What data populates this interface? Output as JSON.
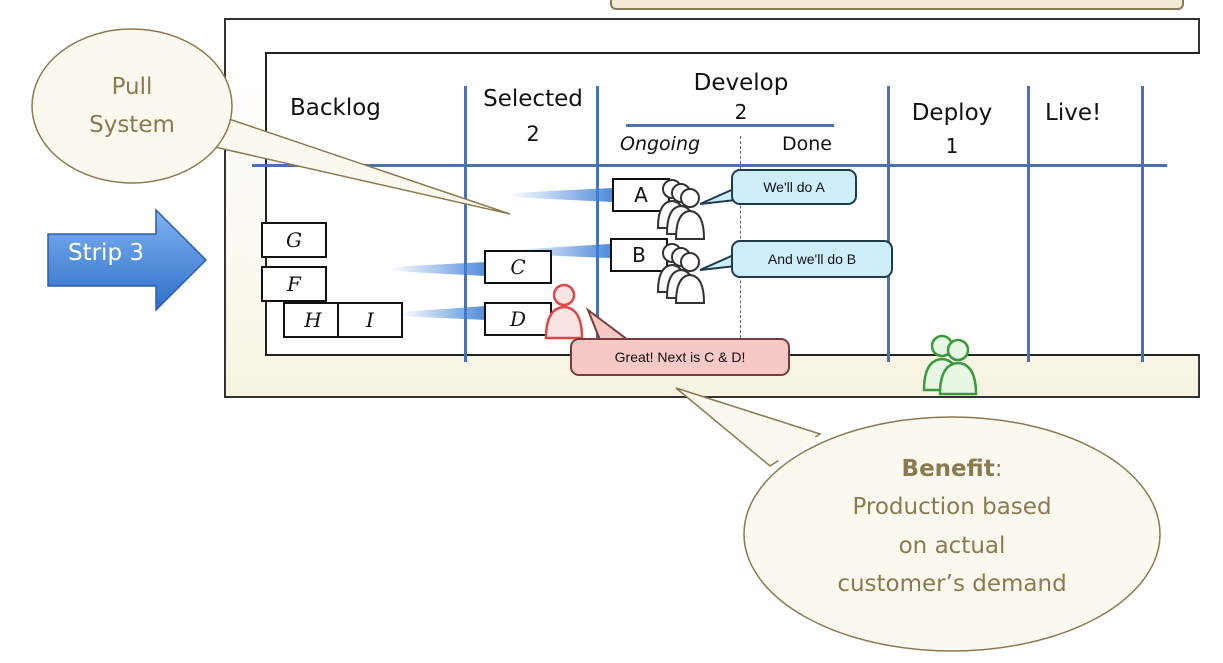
{
  "board": {
    "columns": {
      "backlog": "Backlog",
      "selected": "Selected",
      "selected_limit": "2",
      "develop": "Develop",
      "develop_limit": "2",
      "ongoing": "Ongoing",
      "done": "Done",
      "deploy": "Deploy",
      "deploy_limit": "1",
      "live": "Live!"
    },
    "cards": {
      "a": "A",
      "b": "B",
      "c": "C",
      "d": "D",
      "g": "G",
      "f": "F",
      "h": "H",
      "i": "I"
    }
  },
  "speech": {
    "do_a": "We'll do A",
    "do_b": "And we'll do B",
    "next": "Great! Next is C & D!"
  },
  "callouts": {
    "pull_system_line1": "Pull",
    "pull_system_line2": "System",
    "strip": "Strip 3",
    "benefit_title": "Benefit",
    "benefit_colon": ":",
    "benefit_line1": "Production based",
    "benefit_line2": "on actual",
    "benefit_line3": "customer’s demand"
  },
  "colors": {
    "column_lines": "#4a72b0",
    "callout_text": "#8b7a50",
    "callout_fill": "#faf8ef",
    "speech_fill": "#cdeefa",
    "alert_fill": "#f6c9c6",
    "alert_person": "#e04848",
    "team_person": "#3a9a3a",
    "arrow_fill": "#3e7fd6"
  }
}
